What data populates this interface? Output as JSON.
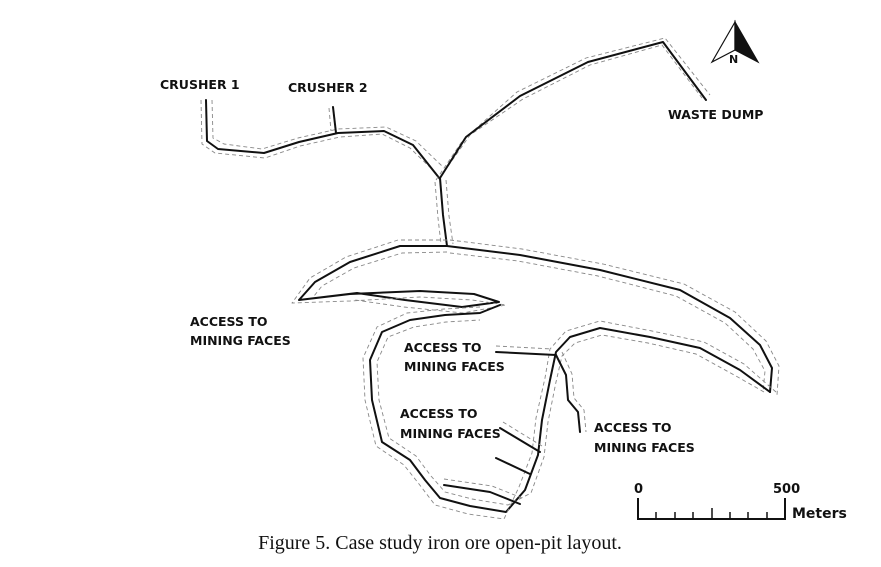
{
  "labels": {
    "crusher1": "CRUSHER 1",
    "crusher2": "CRUSHER 2",
    "waste_dump": "WASTE DUMP",
    "access1_line1": "ACCESS TO",
    "access1_line2": "MINING FACES",
    "access2_line1": "ACCESS TO",
    "access2_line2": "MINING FACES",
    "access3_line1": "ACCESS TO",
    "access3_line2": "MINING FACES",
    "access4_line1": "ACCESS TO",
    "access4_line2": "MINING FACES"
  },
  "north_arrow": {
    "label": "N"
  },
  "scale_bar": {
    "start_label": "0",
    "end_label": "500",
    "units_label": "Meters",
    "length_m": 500
  },
  "caption": "Figure 5. Case study iron ore open-pit layout.",
  "colors": {
    "road": "#111111",
    "buffer": "#888888"
  }
}
